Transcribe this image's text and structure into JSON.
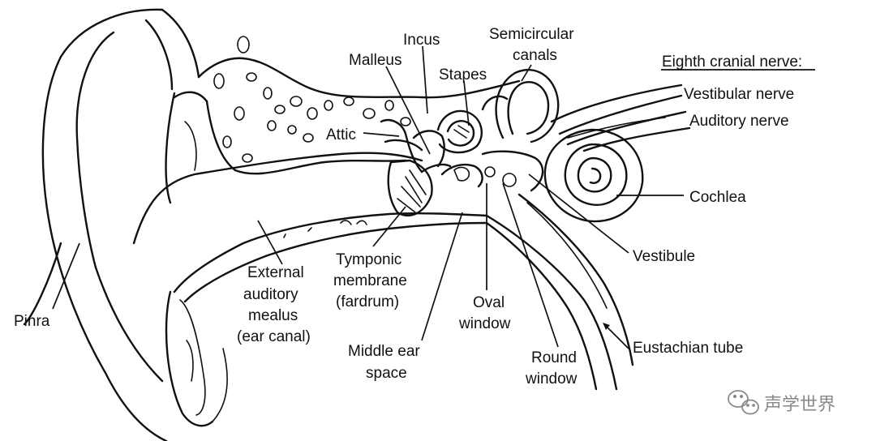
{
  "labels": {
    "incus": "Incus",
    "semicircular_1": "Semicircular",
    "semicircular_2": "canals",
    "malleus": "Malleus",
    "stapes": "Stapes",
    "eighth_nerve": "Eighth cranial nerve:",
    "vestibular_nerve": "Vestibular nerve",
    "auditory_nerve": "Auditory nerve",
    "attic": "Attic",
    "cochlea": "Cochlea",
    "vestibule": "Vestibule",
    "external_1": "External",
    "external_2": "auditory",
    "external_3": "mealus",
    "external_4": "(ear canal)",
    "tympanic_1": "Tymponic",
    "tympanic_2": "membrane",
    "tympanic_3": "(fardrum)",
    "oval_1": "Oval",
    "oval_2": "window",
    "pinna": "Pinra",
    "middle_1": "Middle ear",
    "middle_2": "space",
    "round_1": "Round",
    "round_2": "window",
    "eustachian": "Eustachian tube"
  },
  "watermark": {
    "text": "声学世界",
    "icon": "wechat-icon"
  }
}
